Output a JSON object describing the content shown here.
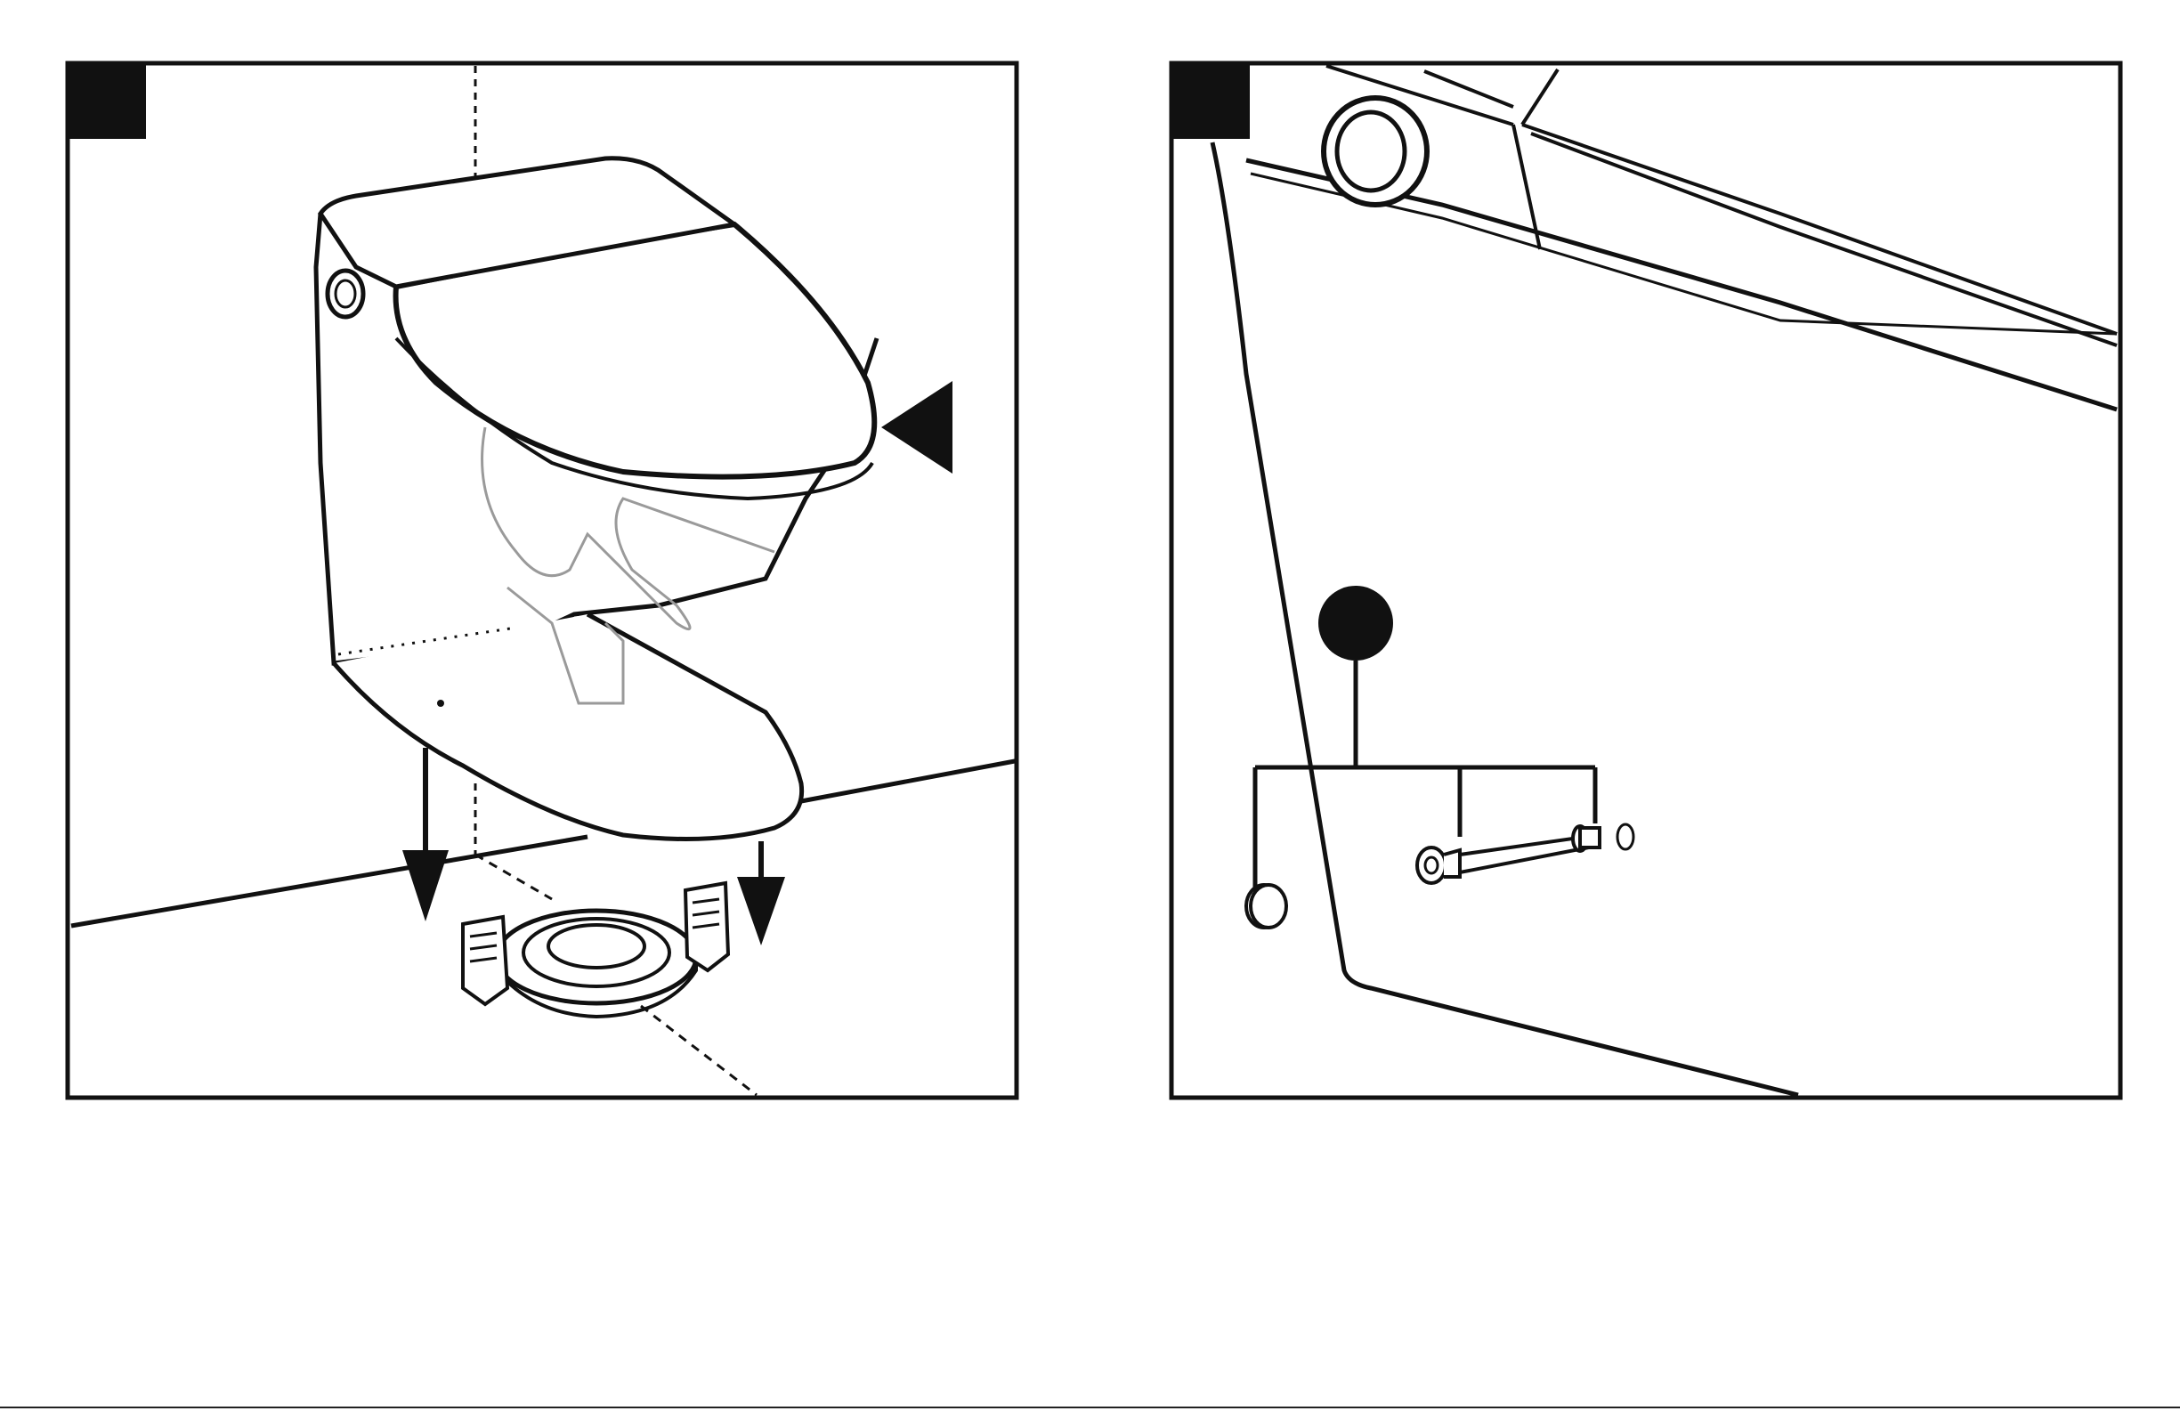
{
  "panels": [
    {
      "id": "step-a",
      "subject": "toilet-lowered-onto-mounting-bracket",
      "badge_text": ""
    },
    {
      "id": "step-b",
      "subject": "hardware-installed-into-toilet-side",
      "badge_text": ""
    }
  ],
  "callout": {
    "label": ""
  },
  "hardware_parts": [
    {
      "icon": "cap-icon"
    },
    {
      "icon": "bolt-icon"
    },
    {
      "icon": "washer-icon"
    },
    {
      "icon": "oring-icon"
    }
  ],
  "colors": {
    "line": "#111111",
    "ghost": "#9a9a9a",
    "fill": "#ffffff",
    "badge": "#111111"
  }
}
